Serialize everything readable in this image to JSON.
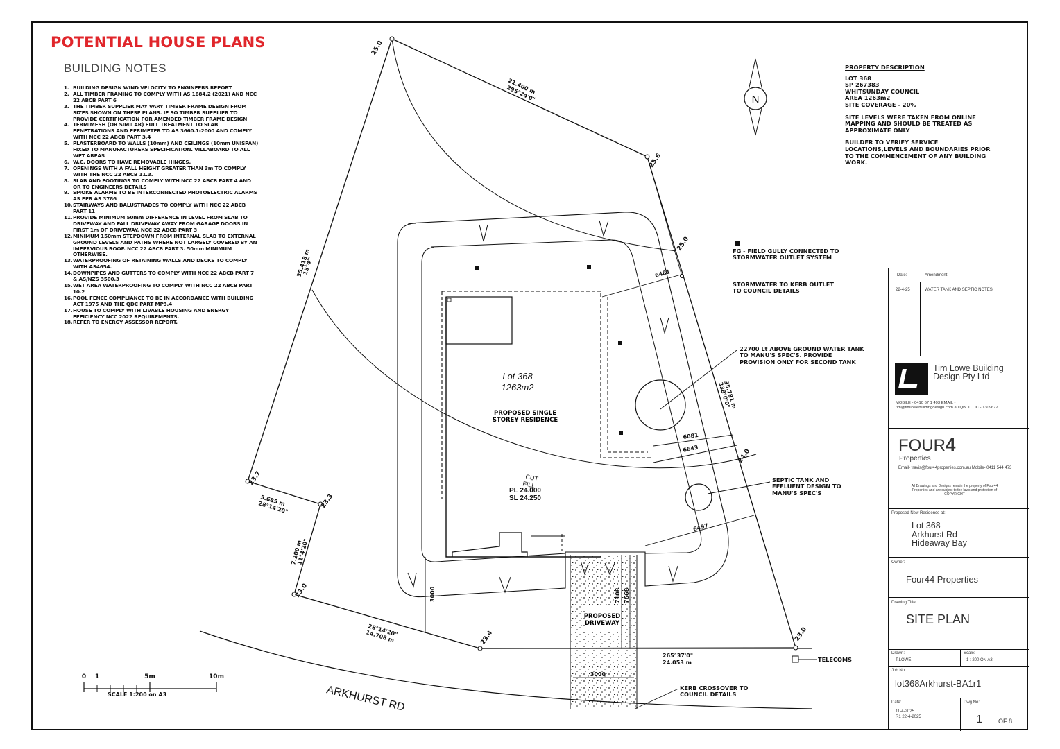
{
  "header": {
    "title": "POTENTIAL HOUSE PLANS"
  },
  "building_notes": {
    "title": "BUILDING NOTES",
    "items": [
      {
        "num": "1.",
        "text": "BUILDING DESIGN WIND VELOCITY TO ENGINEERS REPORT"
      },
      {
        "num": "2.",
        "text": "ALL TIMBER FRAMING TO COMPLY WITH AS 1684.2 (2021) AND NCC 22 ABCB PART 6"
      },
      {
        "num": "3.",
        "text": "THE TIMBER SUPPLIER MAY VARY TIMBER FRAME DESIGN FROM SIZES SHOWN ON THESE PLANS. IF SO TIMBER SUPPLIER TO PROVIDE CERTIFICATION FOR AMENDED TIMBER FRAME DESIGN"
      },
      {
        "num": "4.",
        "text": "TERMIMESH (OR SIMILAR) FULL TREATMENT TO SLAB PENETRATIONS AND PERIMETER TO AS 3660.1-2000 AND COMPLY WITH NCC 22 ABCB PART 3.4"
      },
      {
        "num": "5.",
        "text": "PLASTERBOARD TO WALLS (10mm) AND CEILINGS (10mm UNISPAN) FIXED TO MANUFACTURERS SPECIFICATION. VILLABOARD TO ALL WET AREAS"
      },
      {
        "num": "6.",
        "text": "W.C. DOORS TO HAVE REMOVABLE HINGES."
      },
      {
        "num": "7.",
        "text": "OPENINGS WITH A FALL HEIGHT GREATER THAN 3m TO COMPLY WITH THE NCC 22 ABCB 11.3."
      },
      {
        "num": "8.",
        "text": "SLAB AND FOOTINGS TO COMPLY WITH NCC 22 ABCB PART 4 AND OR TO ENGINEERS DETAILS"
      },
      {
        "num": "9.",
        "text": "SMOKE ALARMS TO BE INTERCONNECTED PHOTOELECTRIC ALARMS AS PER AS 3786"
      },
      {
        "num": "10.",
        "text": "STAIRWAYS AND BALUSTRADES TO COMPLY WITH NCC 22 ABCB PART 11"
      },
      {
        "num": "11.",
        "text": "PROVIDE MINIMUM 50mm DIFFERENCE IN LEVEL FROM SLAB TO DRIVEWAY AND FALL DRIVEWAY AWAY FROM GARAGE DOORS IN FIRST 1m OF DRIVEWAY. NCC 22 ABCB PART 3"
      },
      {
        "num": "12.",
        "text": "MINIMUM 150mm STEPDOWN FROM INTERNAL SLAB TO EXTERNAL GROUND LEVELS AND PATHS WHERE NOT LARGELY COVERED BY AN IMPERVIOUS ROOF. NCC 22 ABCB PART 3. 50mm MINIMUM OTHERWISE."
      },
      {
        "num": "13.",
        "text": "WATERPROOFING OF RETAINING WALLS AND DECKS TO COMPLY WITH AS4654."
      },
      {
        "num": "14.",
        "text": "DOWNPIPES AND GUTTERS TO COMPLY WITH NCC 22 ABCB PART 7 & AS/NZS 3500.3"
      },
      {
        "num": "15.",
        "text": "WET AREA WATERPROOFING TO COMPLY WITH NCC 22 ABCB PART 10.2"
      },
      {
        "num": "16.",
        "text": "POOL FENCE COMPLIANCE TO BE IN ACCORDANCE WITH BUILDING ACT 1975 AND THE QDC PART MP3.4"
      },
      {
        "num": "17.",
        "text": "HOUSE TO COMPLY WITH LIVABLE HOUSING AND ENERGY EFFICIENCY NCC 2022 REQUIREMENTS."
      },
      {
        "num": "18.",
        "text": "REFER TO ENERGY ASSESSOR REPORT."
      }
    ]
  },
  "property_description": {
    "title": "PROPERTY DESCRIPTION",
    "lines": [
      "LOT 368",
      "SP 267383",
      "WHITSUNDAY COUNCIL",
      "AREA 1263m2",
      "SITE COVERAGE - 20%"
    ],
    "site_levels": "SITE LEVELS WERE TAKEN FROM ONLINE MAPPING AND SHOULD BE TREATED AS APPROXIMATE ONLY",
    "builder_note": "BUILDER TO VERIFY SERVICE LOCATIONS,LEVELS AND BOUNDARIES PRIOR TO THE COMMENCEMENT OF ANY BUILDING WORK."
  },
  "legend": {
    "fg": "FG - FIELD GULLY CONNECTED TO STORMWATER OUTLET SYSTEM",
    "stormwater": "STORMWATER TO KERB OUTLET TO COUNCIL DETAILS"
  },
  "callouts": {
    "water_tank": "22700 Lt ABOVE GROUND WATER TANK TO MANU'S SPEC'S. PROVIDE PROVISION ONLY FOR SECOND TANK",
    "septic": "SEPTIC TANK AND EFFLUENT DESIGN TO MANU'S SPEC'S",
    "kerb": "KERB CROSSOVER TO COUNCIL DETAILS",
    "telecoms": "TELECOMS"
  },
  "plan": {
    "lot": "Lot 368",
    "area": "1263m2",
    "residence": "PROPOSED SINGLE STOREY RESIDENCE",
    "cut": "CUT",
    "fill": "FILL",
    "pl": "PL 24.000",
    "sl": "SL 24.250",
    "driveway": "PROPOSED DRIVEWAY",
    "road": "ARKHURST RD",
    "north": "N",
    "levels": [
      "25.0",
      "25.6",
      "25.0",
      "24.0",
      "23.0",
      "23.4",
      "23.0",
      "23.3",
      "23.7"
    ],
    "bearings": [
      {
        "dist": "21.400 m",
        "bearing": "295°24'0\""
      },
      {
        "dist": "35.418 m",
        "bearing": "15°4'\""
      },
      {
        "dist": "5.685 m",
        "bearing": "28°14'20\""
      },
      {
        "dist": "7.200 m",
        "bearing": "11°4'20\""
      },
      {
        "dist": "14.708 m",
        "bearing": "28°14'20\""
      },
      {
        "dist": "24.053 m",
        "bearing": "265°37'0\""
      },
      {
        "dist": "35.781 m",
        "bearing": "338°0'0\""
      }
    ],
    "dims": [
      "6481",
      "6081",
      "6643",
      "6497",
      "3000",
      "7108",
      "7668",
      "3000"
    ]
  },
  "scale_bar": {
    "ticks": [
      "0",
      "1",
      "5m",
      "10m"
    ],
    "label": "SCALE 1:200 on A3"
  },
  "title_block": {
    "date_label": "Date:",
    "amendment_label": "Amendment:",
    "amend_date": "22-4-25",
    "amend_text": "WATER TANK AND SEPTIC NOTES",
    "designer": "Tim Lowe Building Design Pty Ltd",
    "designer_contact": "MOBILE - 0410 67 1 493 EMAIL - tim@timlowebuildingdesign.com.au QBCC LIC - 1309672",
    "client_logo": "FOUR",
    "client_logo_num": "4",
    "client_sub": "Properties",
    "client_contact": "Email- travis@four44properties.com.au Mobile- 0411 544 473",
    "copyright": "All Drawings and Designs remain the property of Four44 Properties and are subject to the laws and protection of COPYRIGHT",
    "proposed_label": "Proposed New Residence at:",
    "address": [
      "Lot 368",
      "Arkhurst Rd",
      "Hideaway Bay"
    ],
    "owner_label": "Owner:",
    "owner": "Four44 Properties",
    "title_label": "Drawing Title:",
    "title": "SITE PLAN",
    "drawn_label": "Drawn:",
    "drawn": "T.LOWE",
    "scale_label": "Scale:",
    "scale": "1 : 200 ON A3",
    "job_label": "Job No:",
    "job": "lot368Arkhurst-BA1r1",
    "date2_label": "Date:",
    "dates": [
      "11-4-2025",
      "R1 22-4-2025"
    ],
    "dwg_label": "Dwg No:",
    "dwg": "1",
    "of": "OF 8"
  }
}
